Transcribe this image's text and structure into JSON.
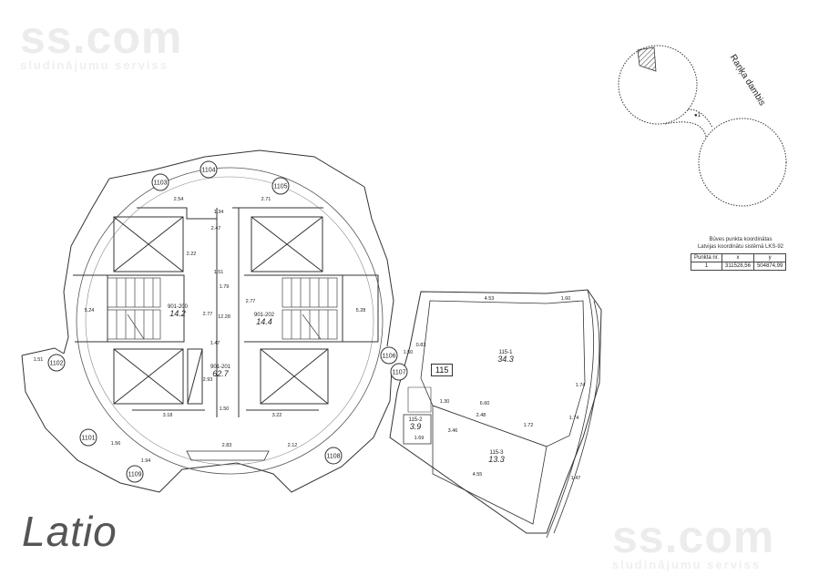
{
  "watermarks": {
    "top_left_big": "ss.com",
    "top_left_small": "sludinājumu serviss",
    "bottom_right_big": "ss.com",
    "bottom_right_small": "sludinājumu serviss"
  },
  "brand": "Latio",
  "location_map": {
    "place_name": "Raņķa dambis",
    "point_label": "●1"
  },
  "coordinates": {
    "title": "Būves punkta koordinātas",
    "subtitle": "Latvijas koordinātu sistēmā LKS-92",
    "headers": [
      "Punkta nr.",
      "x",
      "y"
    ],
    "rows": [
      [
        "1",
        "311528,56",
        "504874,99"
      ]
    ]
  },
  "plan": {
    "room_115_box": "115",
    "rooms": [
      {
        "code": "901-200",
        "area": "14.2"
      },
      {
        "code": "901-202",
        "area": "14.4"
      },
      {
        "code": "901-201",
        "area": "62.7"
      },
      {
        "code": "115-1",
        "area": "34.3"
      },
      {
        "code": "115-2",
        "area": "3.9"
      },
      {
        "code": "115-3",
        "area": "13.3"
      }
    ],
    "unit_labels": [
      "1103",
      "1104",
      "1105",
      "1102",
      "1106",
      "1107",
      "1101",
      "1108",
      "1109"
    ],
    "dimensions": [
      "2.54",
      "2.71",
      "1.34",
      "2.47",
      "2.22",
      "1.51",
      "1.79",
      "5.24",
      "2.77",
      "12.28",
      "2.77",
      "5.28",
      "1.47",
      "1.50",
      "3.18",
      "3.22",
      "2.83",
      "2.12",
      "1.56",
      "1.51",
      "2.93",
      "4.53",
      "1.60",
      "1.30",
      "6.60",
      "2.48",
      "1.72",
      "4.55",
      "1.74",
      "1.74",
      "3.46",
      "1.69",
      "1.50",
      "1.47",
      "0.83",
      "1.94"
    ]
  }
}
